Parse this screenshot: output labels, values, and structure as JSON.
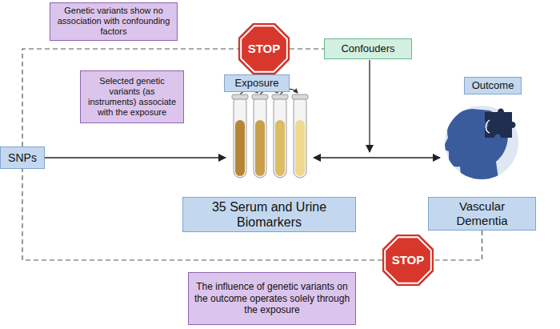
{
  "diagram": {
    "nodes": [
      {
        "text": [
          "Genetic variants show no association with confounding factors"
        ]
      },
      {
        "text": [
          "STOP"
        ]
      },
      {
        "text": [
          "Confouders"
        ]
      },
      {
        "text": [
          "Selected genetic variants (as instruments) associate with the exposure"
        ]
      },
      {
        "text": [
          "Exposure"
        ]
      },
      {
        "text": [
          "Outcome"
        ]
      },
      {
        "text": [
          "SNPs"
        ]
      },
      {
        "text": [
          "35 Serum and Urine Biomarkers"
        ]
      },
      {
        "text": [
          "Vascular Dementia"
        ]
      },
      {
        "text": [
          "STOP"
        ]
      },
      {
        "text": [
          "The influence of genetic variants on the outcome operates solely through the exposure"
        ]
      }
    ],
    "edges": [
      {
        "from": 6,
        "to": 1,
        "arrow": "none"
      },
      {
        "from": 1,
        "to": 2,
        "arrow": "none"
      },
      {
        "from": 8,
        "to": 9,
        "arrow": "none"
      },
      {
        "from": 9,
        "to": 6,
        "arrow": "none"
      }
    ]
  }
}
